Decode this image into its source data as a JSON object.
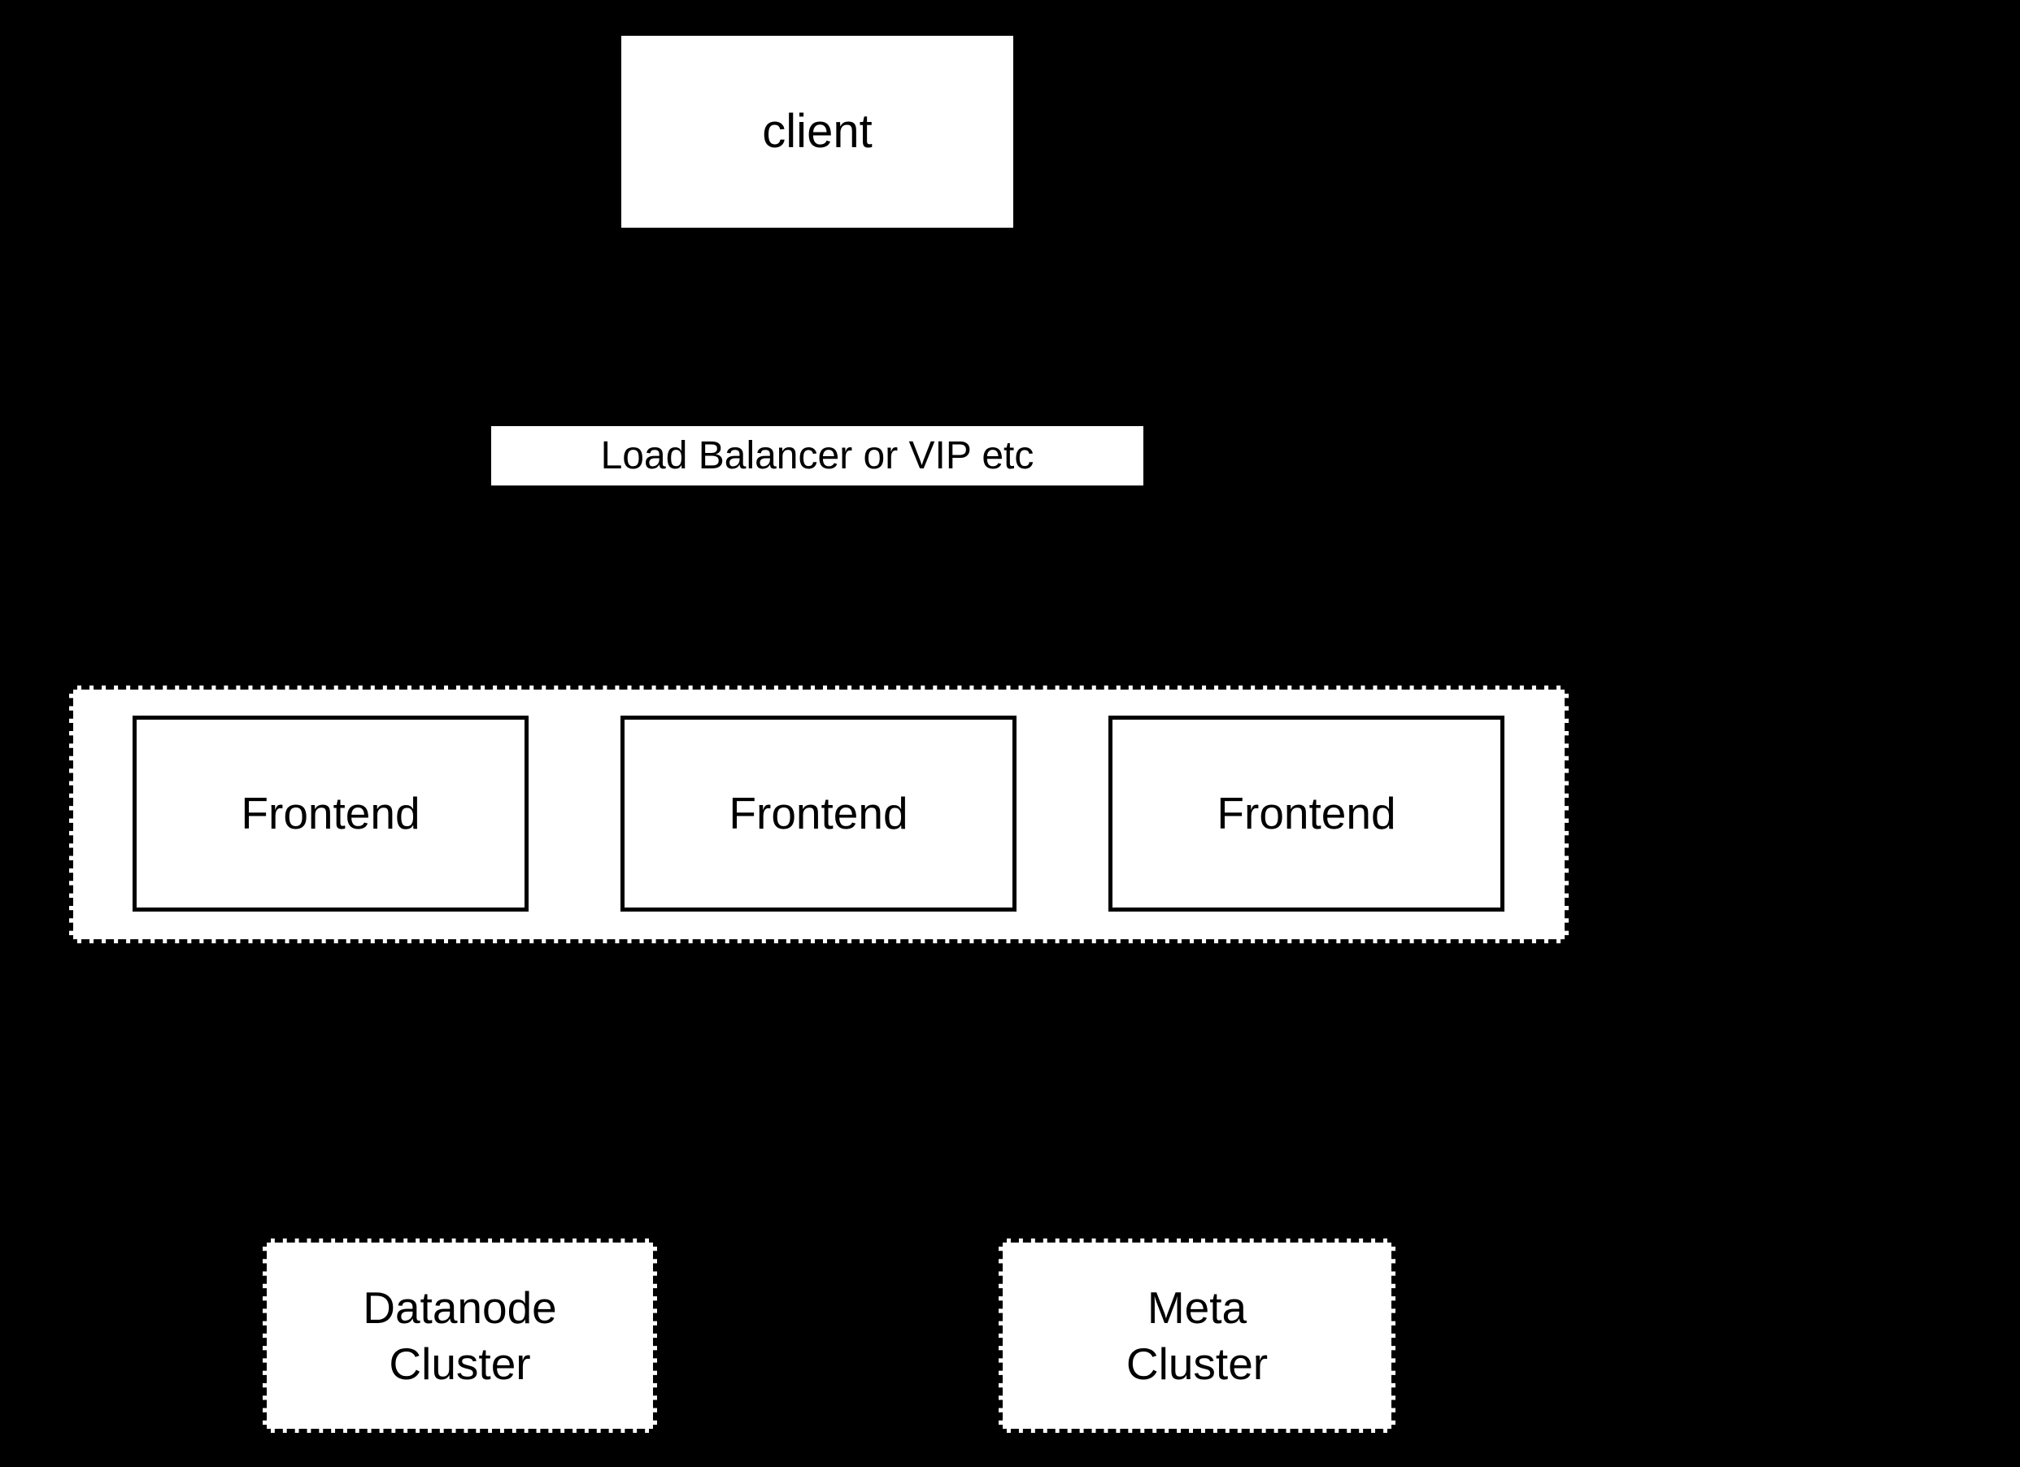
{
  "canvas": {
    "background": "#000000",
    "node_fill": "#ffffff",
    "line_color": "#000000",
    "text_color": "#000000"
  },
  "diagram": {
    "client": {
      "label": "client"
    },
    "load_balancer": {
      "label": "Load Balancer or VIP etc"
    },
    "frontend_group": {
      "items": [
        {
          "label": "Frontend"
        },
        {
          "label": "Frontend"
        },
        {
          "label": "Frontend"
        }
      ]
    },
    "datanode_cluster": {
      "label": "Datanode\nCluster"
    },
    "meta_cluster": {
      "label": "Meta\nCluster"
    }
  }
}
